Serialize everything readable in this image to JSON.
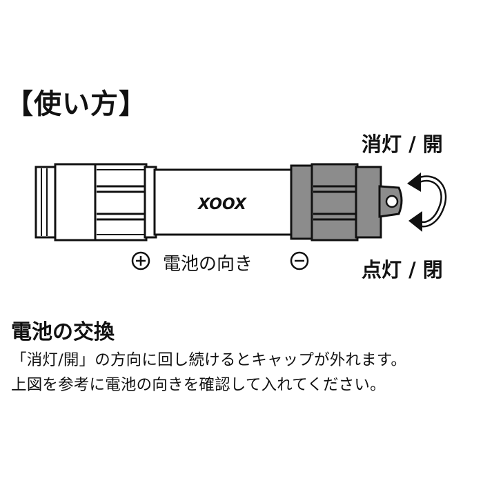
{
  "title": "【使い方】",
  "label_off": "消灯 / 開",
  "label_on": "点灯 / 閉",
  "battery_caption": "電池の向き",
  "brand_logo": "XOOX",
  "section_heading": "電池の交換",
  "instructions": [
    "「消灯/開」の方向に回し続けるとキャップが外れます。",
    "上図を参考に電池の向きを確認して入れてください。"
  ],
  "colors": {
    "outline": "#111111",
    "cap_gray": "#8c8c8c",
    "body_white": "#ffffff"
  },
  "icons": [
    "plus-circle-icon",
    "minus-circle-icon",
    "rotate-arrow-icon"
  ]
}
